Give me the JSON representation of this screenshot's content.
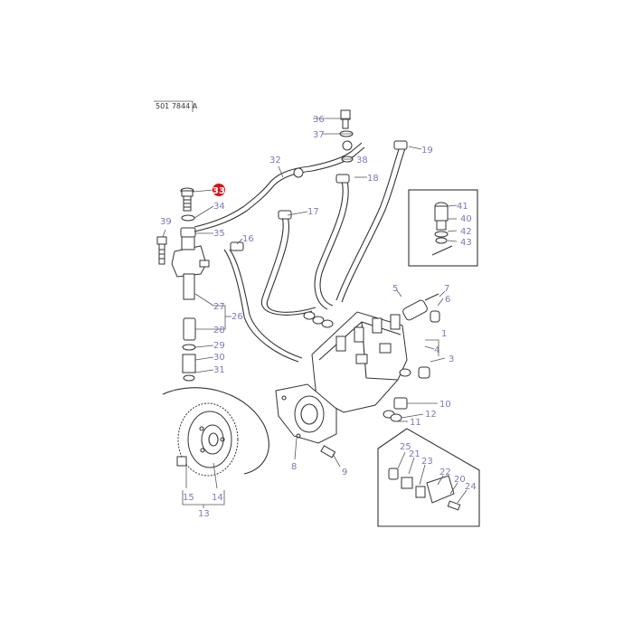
{
  "reference_code": "501 7844 A",
  "highlight_color": "#d9141a",
  "label_color": "#7a7ab8",
  "labels": {
    "l1": "1",
    "l3": "3",
    "l4": "4",
    "l5": "5",
    "l6": "6",
    "l7": "7",
    "l8": "8",
    "l9": "9",
    "l10": "10",
    "l11": "11",
    "l12": "12",
    "l13": "13",
    "l14": "14",
    "l15": "15",
    "l16": "16",
    "l17": "17",
    "l18": "18",
    "l19": "19",
    "l20": "20",
    "l21": "21",
    "l22": "22",
    "l23": "23",
    "l24": "24",
    "l25": "25",
    "l26": "26",
    "l27": "27",
    "l28": "28",
    "l29": "29",
    "l30": "30",
    "l31": "31",
    "l32": "32",
    "l33": "33",
    "l34": "34",
    "l35": "35",
    "l36": "36",
    "l37": "37",
    "l38": "38",
    "l39": "39",
    "l40": "40",
    "l41": "41",
    "l42": "42",
    "l43": "43"
  }
}
